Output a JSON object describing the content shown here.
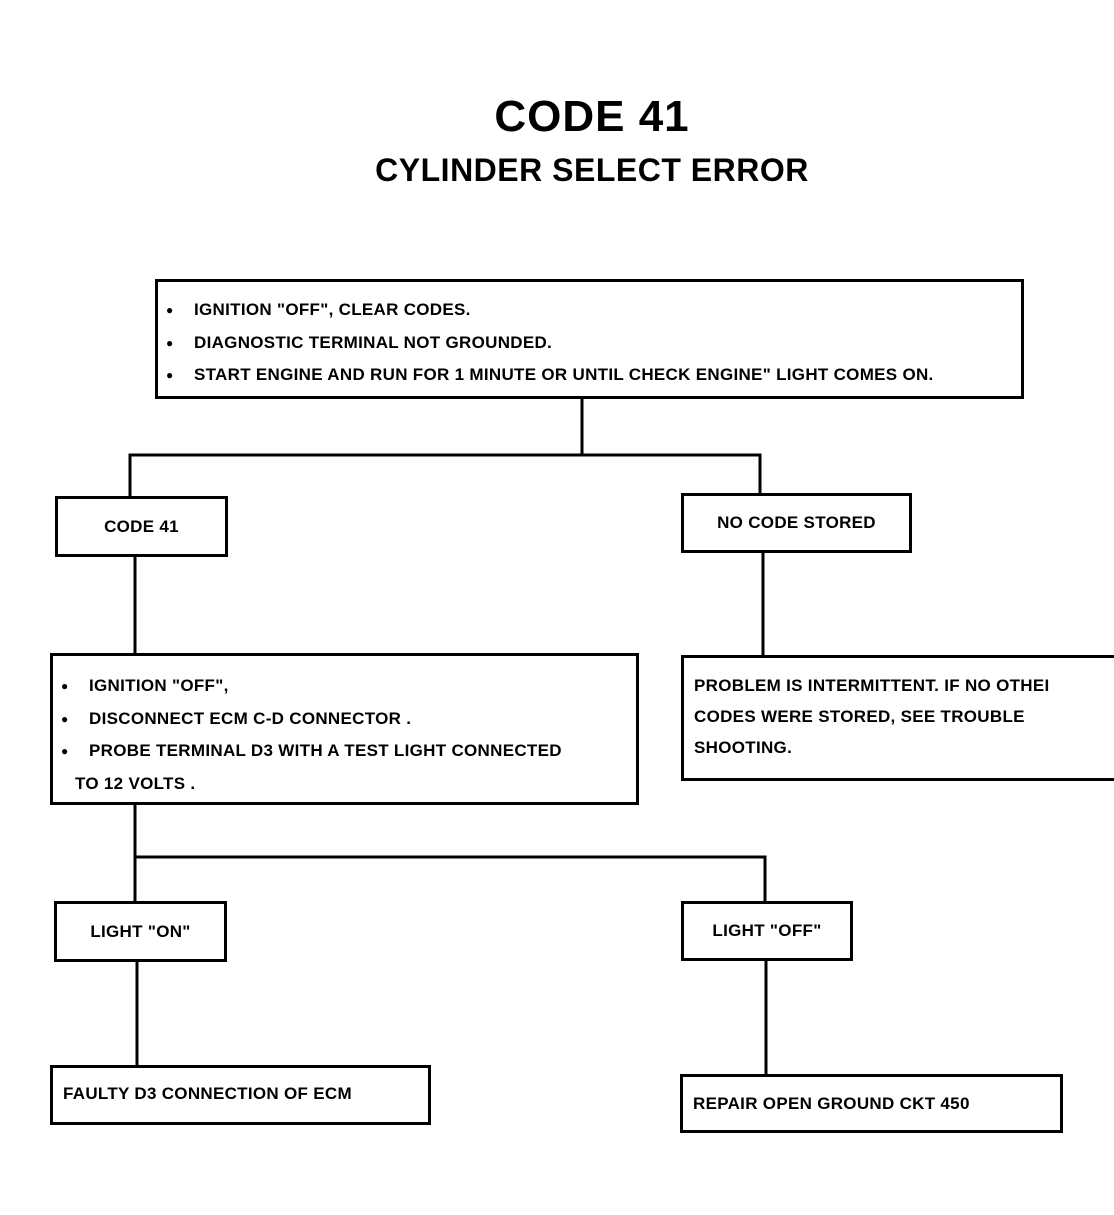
{
  "title": "CODE  41",
  "subtitle": "CYLINDER SELECT ERROR",
  "start_box": {
    "items": [
      "IGNITION \"OFF\", CLEAR CODES.",
      "DIAGNOSTIC TERMINAL NOT GROUNDED.",
      "START  ENGINE AND RUN FOR 1 MINUTE OR UNTIL CHECK ENGINE\" LIGHT COMES ON."
    ]
  },
  "code41_box": "CODE  41",
  "no_code_box": "NO CODE STORED",
  "probe_box": {
    "items": [
      "IGNITION \"OFF\",",
      "DISCONNECT ECM C-D CONNECTOR .",
      "PROBE TERMINAL D3 WITH A TEST LIGHT CONNECTED"
    ],
    "continuation": "TO 12  VOLTS ."
  },
  "intermittent_box": {
    "lines": [
      "PROBLEM IS INTERMITTENT.  IF NO OTHEI",
      "CODES WERE STORED, SEE TROUBLE",
      "SHOOTING."
    ]
  },
  "light_on_box": "LIGHT \"ON\"",
  "light_off_box": "LIGHT \"OFF\"",
  "faulty_box": "FAULTY D3 CONNECTION OF ECM",
  "repair_box": "REPAIR OPEN GROUND CKT 450"
}
